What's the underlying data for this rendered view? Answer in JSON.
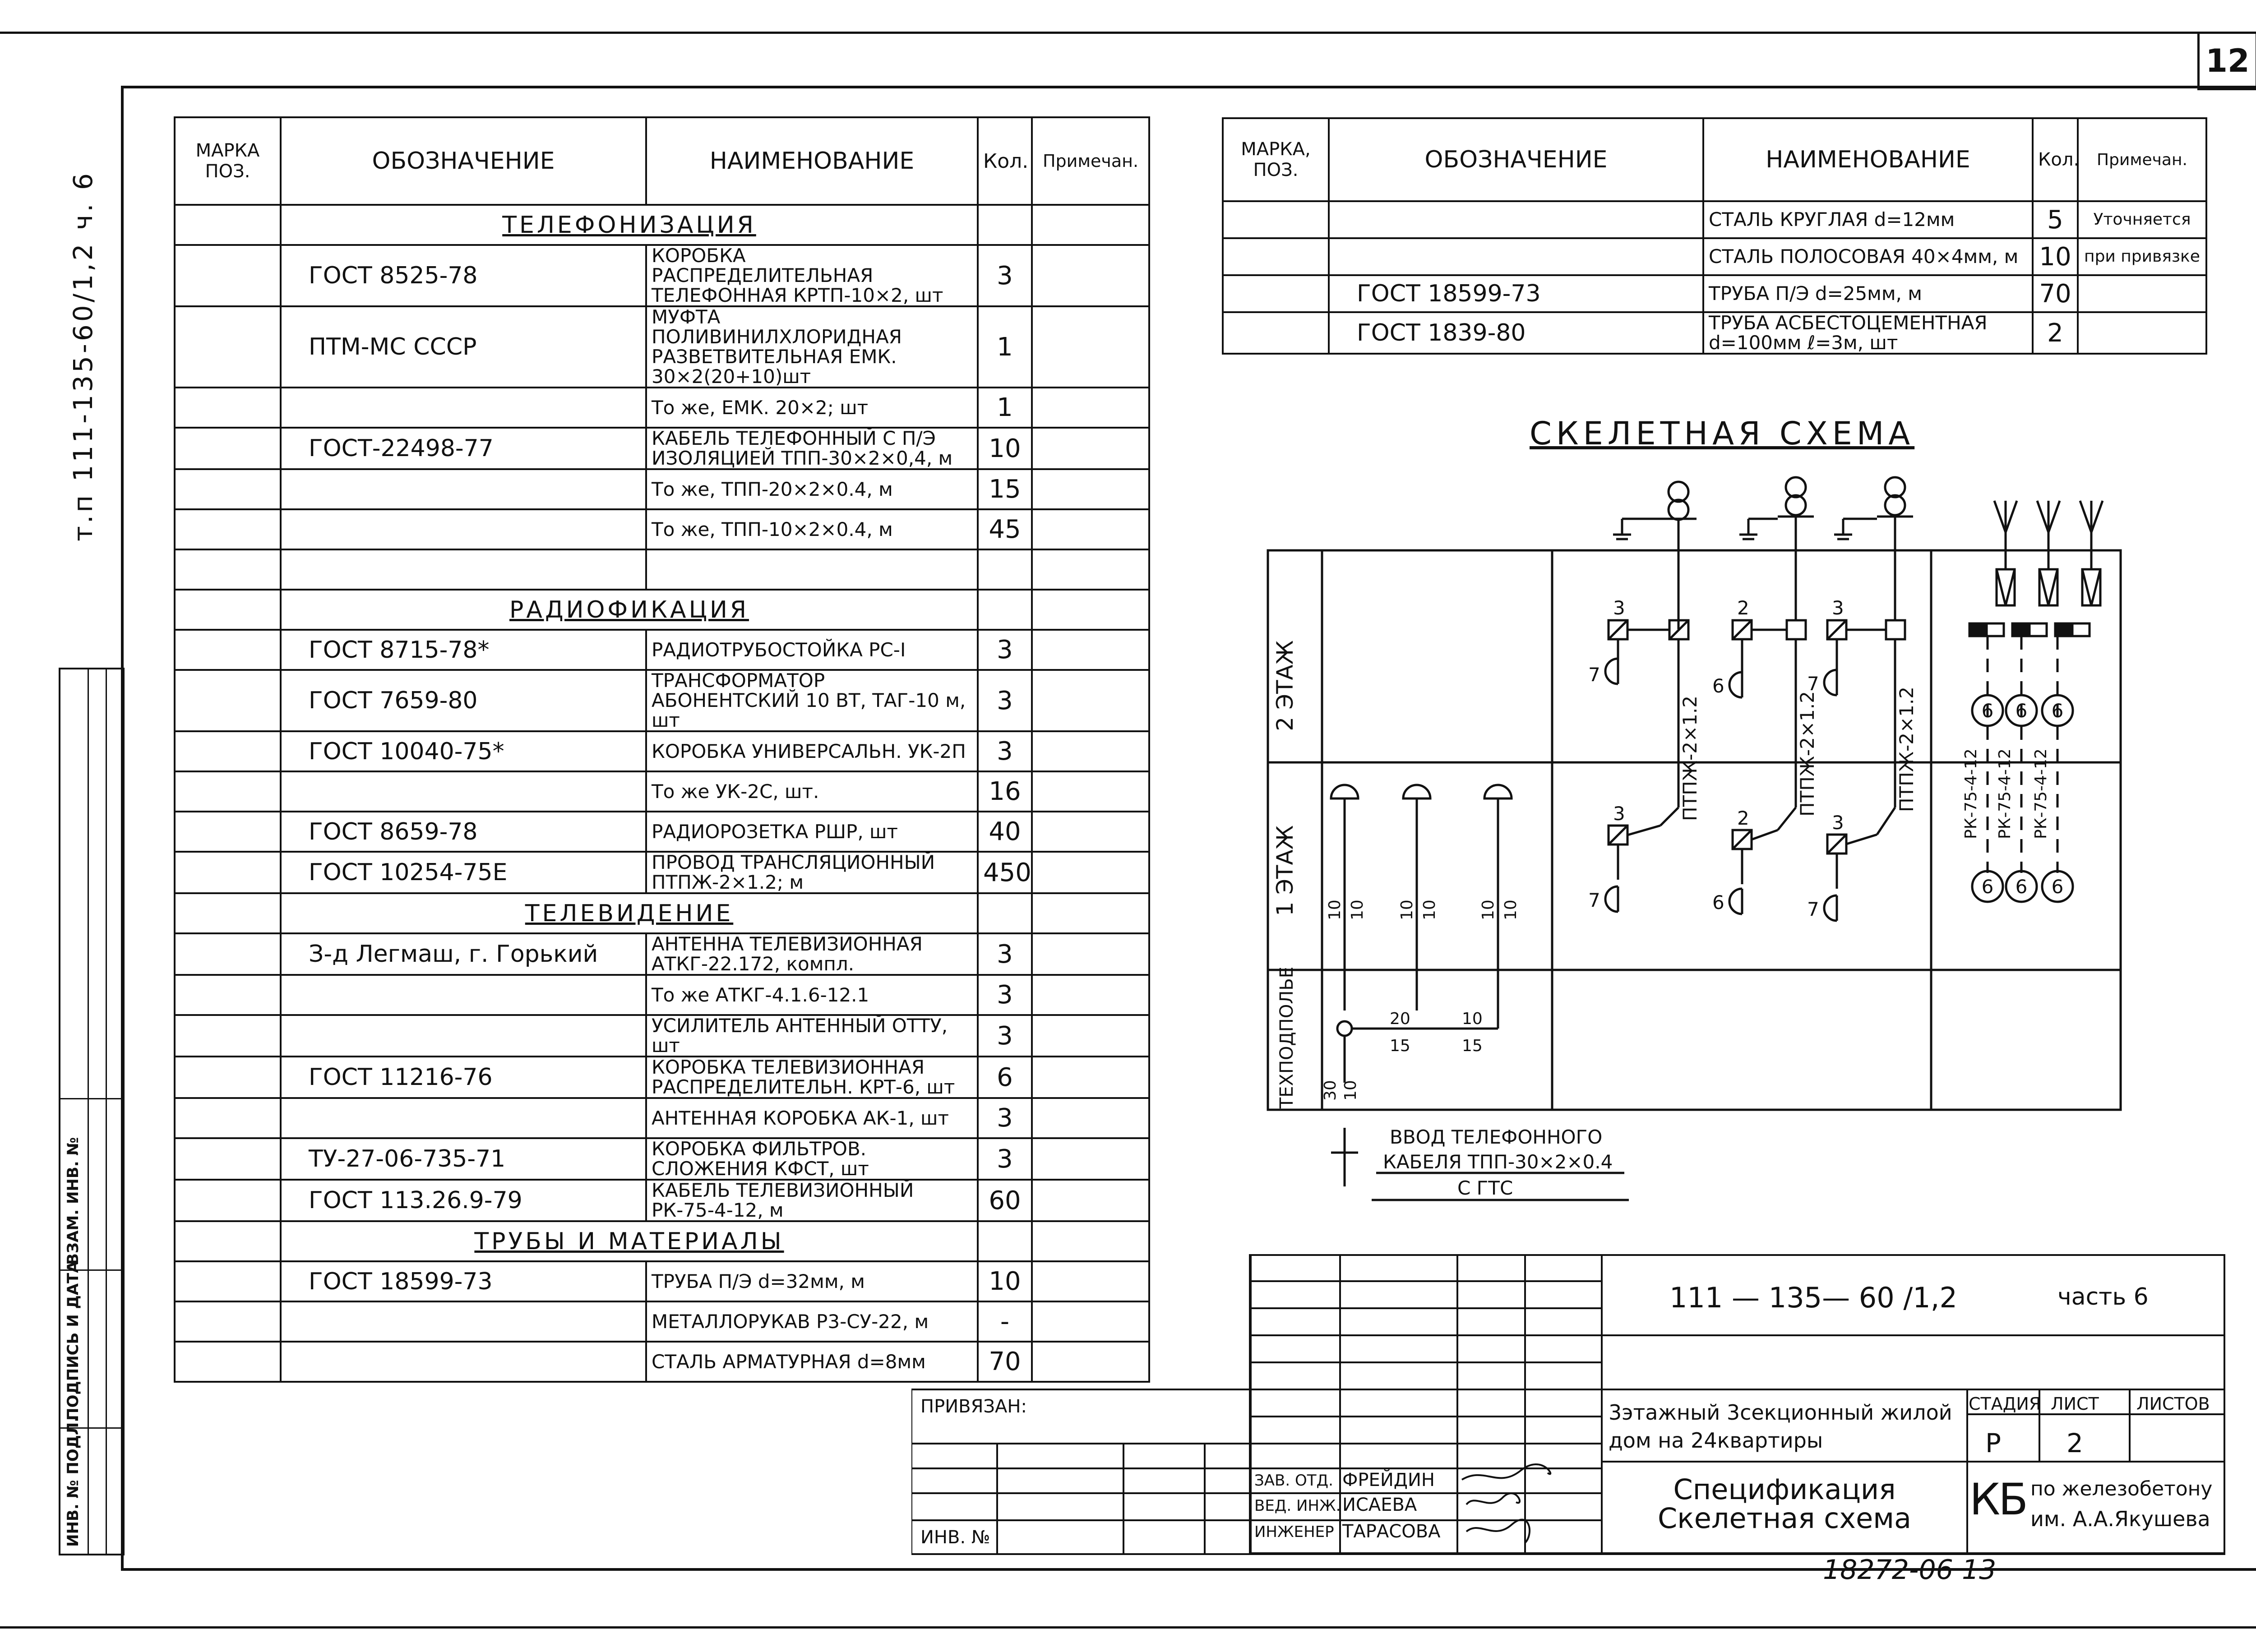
{
  "sheet_number": "12",
  "side_code": "т.п  111-135-60/1,2    ч. 6",
  "side_stamp_labels": [
    "ИНВ. № ПОДЛ.",
    "ПОДПИСЬ И ДАТА",
    "ВЗАМ. ИНВ. №"
  ],
  "left_table": {
    "headers": {
      "pos": "МАРКА ПОЗ.",
      "designation": "ОБОЗНАЧЕНИЕ",
      "name": "НАИМЕНОВАНИЕ",
      "qty": "Кол.",
      "note": "Примечан."
    },
    "rows": [
      {
        "type": "section",
        "text": "ТЕЛЕФОНИЗАЦИЯ"
      },
      {
        "pos": "",
        "designation": "ГОСТ 8525-78",
        "name": "КОРОБКА РАСПРЕДЕЛИТЕЛЬНАЯ ТЕЛЕФОННАЯ КРТП-10×2, шт",
        "qty": "3",
        "note": ""
      },
      {
        "pos": "",
        "designation": "ПТМ-МС СССР",
        "name": "МУФТА ПОЛИВИНИЛХЛОРИДНАЯ РАЗВЕТВИТЕЛЬНАЯ ЕМК. 30×2(20+10)шт",
        "qty": "1",
        "note": ""
      },
      {
        "pos": "",
        "designation": "",
        "name": "То же, ЕМК. 20×2; шт",
        "qty": "1",
        "note": ""
      },
      {
        "pos": "",
        "designation": "ГОСТ-22498-77",
        "name": "КАБЕЛЬ ТЕЛЕФОННЫЙ С П/Э ИЗОЛЯЦИЕЙ ТПП-30×2×0,4, м",
        "qty": "10",
        "note": ""
      },
      {
        "pos": "",
        "designation": "",
        "name": "То же, ТПП-20×2×0.4, м",
        "qty": "15",
        "note": ""
      },
      {
        "pos": "",
        "designation": "",
        "name": "То же, ТПП-10×2×0.4, м",
        "qty": "45",
        "note": ""
      },
      {
        "pos": "",
        "designation": "",
        "name": "",
        "qty": "",
        "note": ""
      },
      {
        "type": "section",
        "text": "РАДИОФИКАЦИЯ"
      },
      {
        "pos": "",
        "designation": "ГОСТ 8715-78*",
        "name": "РАДИОТРУБОСТОЙКА РС-I",
        "qty": "3",
        "note": ""
      },
      {
        "pos": "",
        "designation": "ГОСТ 7659-80",
        "name": "ТРАНСФОРМАТОР АБОНЕНТСКИЙ 10 ВТ, ТАГ-10 м, шт",
        "qty": "3",
        "note": ""
      },
      {
        "pos": "",
        "designation": "ГОСТ 10040-75*",
        "name": "КОРОБКА УНИВЕРСАЛЬН. УК-2П",
        "qty": "3",
        "note": ""
      },
      {
        "pos": "",
        "designation": "",
        "name": "То же УК-2С, шт.",
        "qty": "16",
        "note": ""
      },
      {
        "pos": "",
        "designation": "ГОСТ 8659-78",
        "name": "РАДИОРОЗЕТКА РШР, шт",
        "qty": "40",
        "note": ""
      },
      {
        "pos": "",
        "designation": "ГОСТ 10254-75Е",
        "name": "ПРОВОД ТРАНСЛЯЦИОННЫЙ ПТПЖ-2×1.2; м",
        "qty": "450",
        "note": ""
      },
      {
        "type": "section",
        "text": "ТЕЛЕВИДЕНИЕ"
      },
      {
        "pos": "",
        "designation": "З-д Легмаш, г. Горький",
        "name": "АНТЕННА ТЕЛЕВИЗИОННАЯ АТКГ-22.172, компл.",
        "qty": "3",
        "note": ""
      },
      {
        "pos": "",
        "designation": "",
        "name": "То же АТКГ-4.1.6-12.1",
        "qty": "3",
        "note": ""
      },
      {
        "pos": "",
        "designation": "",
        "name": "УСИЛИТЕЛЬ АНТЕННЫЙ ОТТУ, шт",
        "qty": "3",
        "note": ""
      },
      {
        "pos": "",
        "designation": "ГОСТ 11216-76",
        "name": "КОРОБКА ТЕЛЕВИЗИОННАЯ РАСПРЕДЕЛИТЕЛЬН. КРТ-6, шт",
        "qty": "6",
        "note": ""
      },
      {
        "pos": "",
        "designation": "",
        "name": "АНТЕННАЯ КОРОБКА АК-1, шт",
        "qty": "3",
        "note": ""
      },
      {
        "pos": "",
        "designation": "ТУ-27-06-735-71",
        "name": "КОРОБКА ФИЛЬТРОВ. СЛОЖЕНИЯ КФСТ, шт",
        "qty": "3",
        "note": ""
      },
      {
        "pos": "",
        "designation": "ГОСТ 113.26.9-79",
        "name": "КАБЕЛЬ ТЕЛЕВИЗИОННЫЙ РК-75-4-12, м",
        "qty": "60",
        "note": ""
      },
      {
        "type": "section",
        "text": "ТРУБЫ И МАТЕРИАЛЫ"
      },
      {
        "pos": "",
        "designation": "ГОСТ 18599-73",
        "name": "ТРУБА П/Э d=32мм, м",
        "qty": "10",
        "note": ""
      },
      {
        "pos": "",
        "designation": "",
        "name": "МЕТАЛЛОРУКАВ Р3-СУ-22, м",
        "qty": "-",
        "note": ""
      },
      {
        "pos": "",
        "designation": "",
        "name": "СТАЛЬ АРМАТУРНАЯ d=8мм",
        "qty": "70",
        "note": ""
      }
    ]
  },
  "right_table": {
    "headers": {
      "pos": "МАРКА, ПОЗ.",
      "designation": "ОБОЗНАЧЕНИЕ",
      "name": "НАИМЕНОВАНИЕ",
      "qty": "Кол.",
      "note": "Примечан."
    },
    "rows": [
      {
        "pos": "",
        "designation": "",
        "name": "СТАЛЬ КРУГЛАЯ d=12мм",
        "qty": "5",
        "note": "Уточняется"
      },
      {
        "pos": "",
        "designation": "",
        "name": "СТАЛЬ ПОЛОСОВАЯ 40×4мм, м",
        "qty": "10",
        "note": "при привязке"
      },
      {
        "pos": "",
        "designation": "ГОСТ 18599-73",
        "name": "ТРУБА П/Э d=25мм, м",
        "qty": "70",
        "note": ""
      },
      {
        "pos": "",
        "designation": "ГОСТ 1839-80",
        "name": "ТРУБА АСБЕСТОЦЕМЕНТНАЯ d=100мм ℓ=3м, шт",
        "qty": "2",
        "note": ""
      }
    ]
  },
  "schema": {
    "title": "СКЕЛЕТНАЯ СХЕМА",
    "floors": [
      "2 ЭТАЖ",
      "1 ЭТАЖ",
      "ТЕХПОДПОЛЬЕ"
    ],
    "phone_cable_labels": [
      "ПТПЖ-2×1.2",
      "ПТПЖ-2×1.2",
      "ПТПЖ-2×1.2"
    ],
    "tv_cable_labels": [
      "РК-75-4-12",
      "РК-75-4-12",
      "РК-75-4-12"
    ],
    "box_counts_top": [
      "3",
      "2",
      "3"
    ],
    "box_counts_bottom": [
      "3",
      "2",
      "3"
    ],
    "socket_counts_top": [
      "7",
      "6",
      "7"
    ],
    "socket_counts_bottom": [
      "7",
      "6",
      "7"
    ],
    "tv_counts": [
      "6",
      "6",
      "6",
      "6",
      "6",
      "6"
    ],
    "phone_pairs": [
      "10",
      "10",
      "10",
      "10",
      "10",
      "10"
    ],
    "basement_numbers": [
      "20",
      "15",
      "10",
      "15",
      "30",
      "10"
    ],
    "input_note": [
      "ВВОД ТЕЛЕФОННОГО",
      "КАБЕЛЯ ТПП-30×2×0.4",
      "С ГТС"
    ]
  },
  "title_block": {
    "doc_code": "111 — 135— 60 /1,2",
    "part": "часть 6",
    "object": "3этажный 3секционный жилой дом на 24квартиры",
    "sheet_title": "Спецификация Скелетная схема",
    "stage_label": "СТАДИЯ",
    "sheet_label": "ЛИСТ",
    "sheets_label": "ЛИСТОВ",
    "stage": "Р",
    "sheet": "2",
    "org": "КБ по железобетону им. А.А. Якушева",
    "org_short": "КБ",
    "org_line1": "по железобетону",
    "org_line2": "им. А.А.Якушева",
    "privyazan": "ПРИВЯЗАН:",
    "inv": "ИНВ. №",
    "staff": [
      {
        "role": "ЗАВ. ОТД.",
        "name": "ФРЕЙДИН"
      },
      {
        "role": "ВЕД. ИНЖ.",
        "name": "ИСАЕВА"
      },
      {
        "role": "ИНЖЕНЕР",
        "name": "ТАРАСОВА"
      }
    ],
    "archive_number": "18272-06 13"
  }
}
